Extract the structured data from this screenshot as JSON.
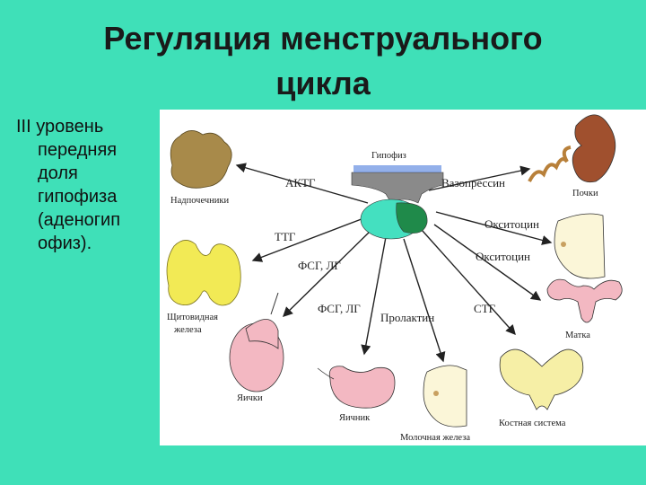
{
  "slide": {
    "title_line1": "Регуляция менструального",
    "title_line2": "цикла",
    "side_lines": [
      "III уровень",
      "передняя",
      "доля",
      "гипофиза",
      "(аденогип",
      "офиз)."
    ]
  },
  "diagram": {
    "center": "Гипофиз",
    "hormones": {
      "actg": "АКТГ",
      "ttg": "ТТГ",
      "fsg_lg_1": "ФСГ, ЛГ",
      "fsg_lg_2": "ФСГ, ЛГ",
      "prolactin": "Пролактин",
      "stg": "СТГ",
      "vasopressin": "Вазопрессин",
      "oxytocin_1": "Окситоцин",
      "oxytocin_2": "Окситоцин"
    },
    "organs": {
      "adrenals": "Надпочечники",
      "thyroid_1": "Щитовидная",
      "thyroid_2": "железа",
      "testes": "Яички",
      "ovary": "Яичник",
      "breast": "Молочная железа",
      "bones": "Костная система",
      "uterus": "Матка",
      "kidneys": "Почки"
    },
    "colors": {
      "background": "#3fe0b8",
      "panel": "#ffffff",
      "pituitary_posterior": "#1f8a4a",
      "pituitary_anterior": "#44e0c0",
      "hypothalamus": "#8a8a8a",
      "adrenal": "#a88a4a",
      "thyroid": "#f2ea55",
      "testes": "#f3b8c2",
      "ovary": "#f3b8c2",
      "breast": "#fbf6d8",
      "bones": "#f6efa6",
      "uterus": "#f3b8c2",
      "kidney": "#a0502e"
    }
  }
}
